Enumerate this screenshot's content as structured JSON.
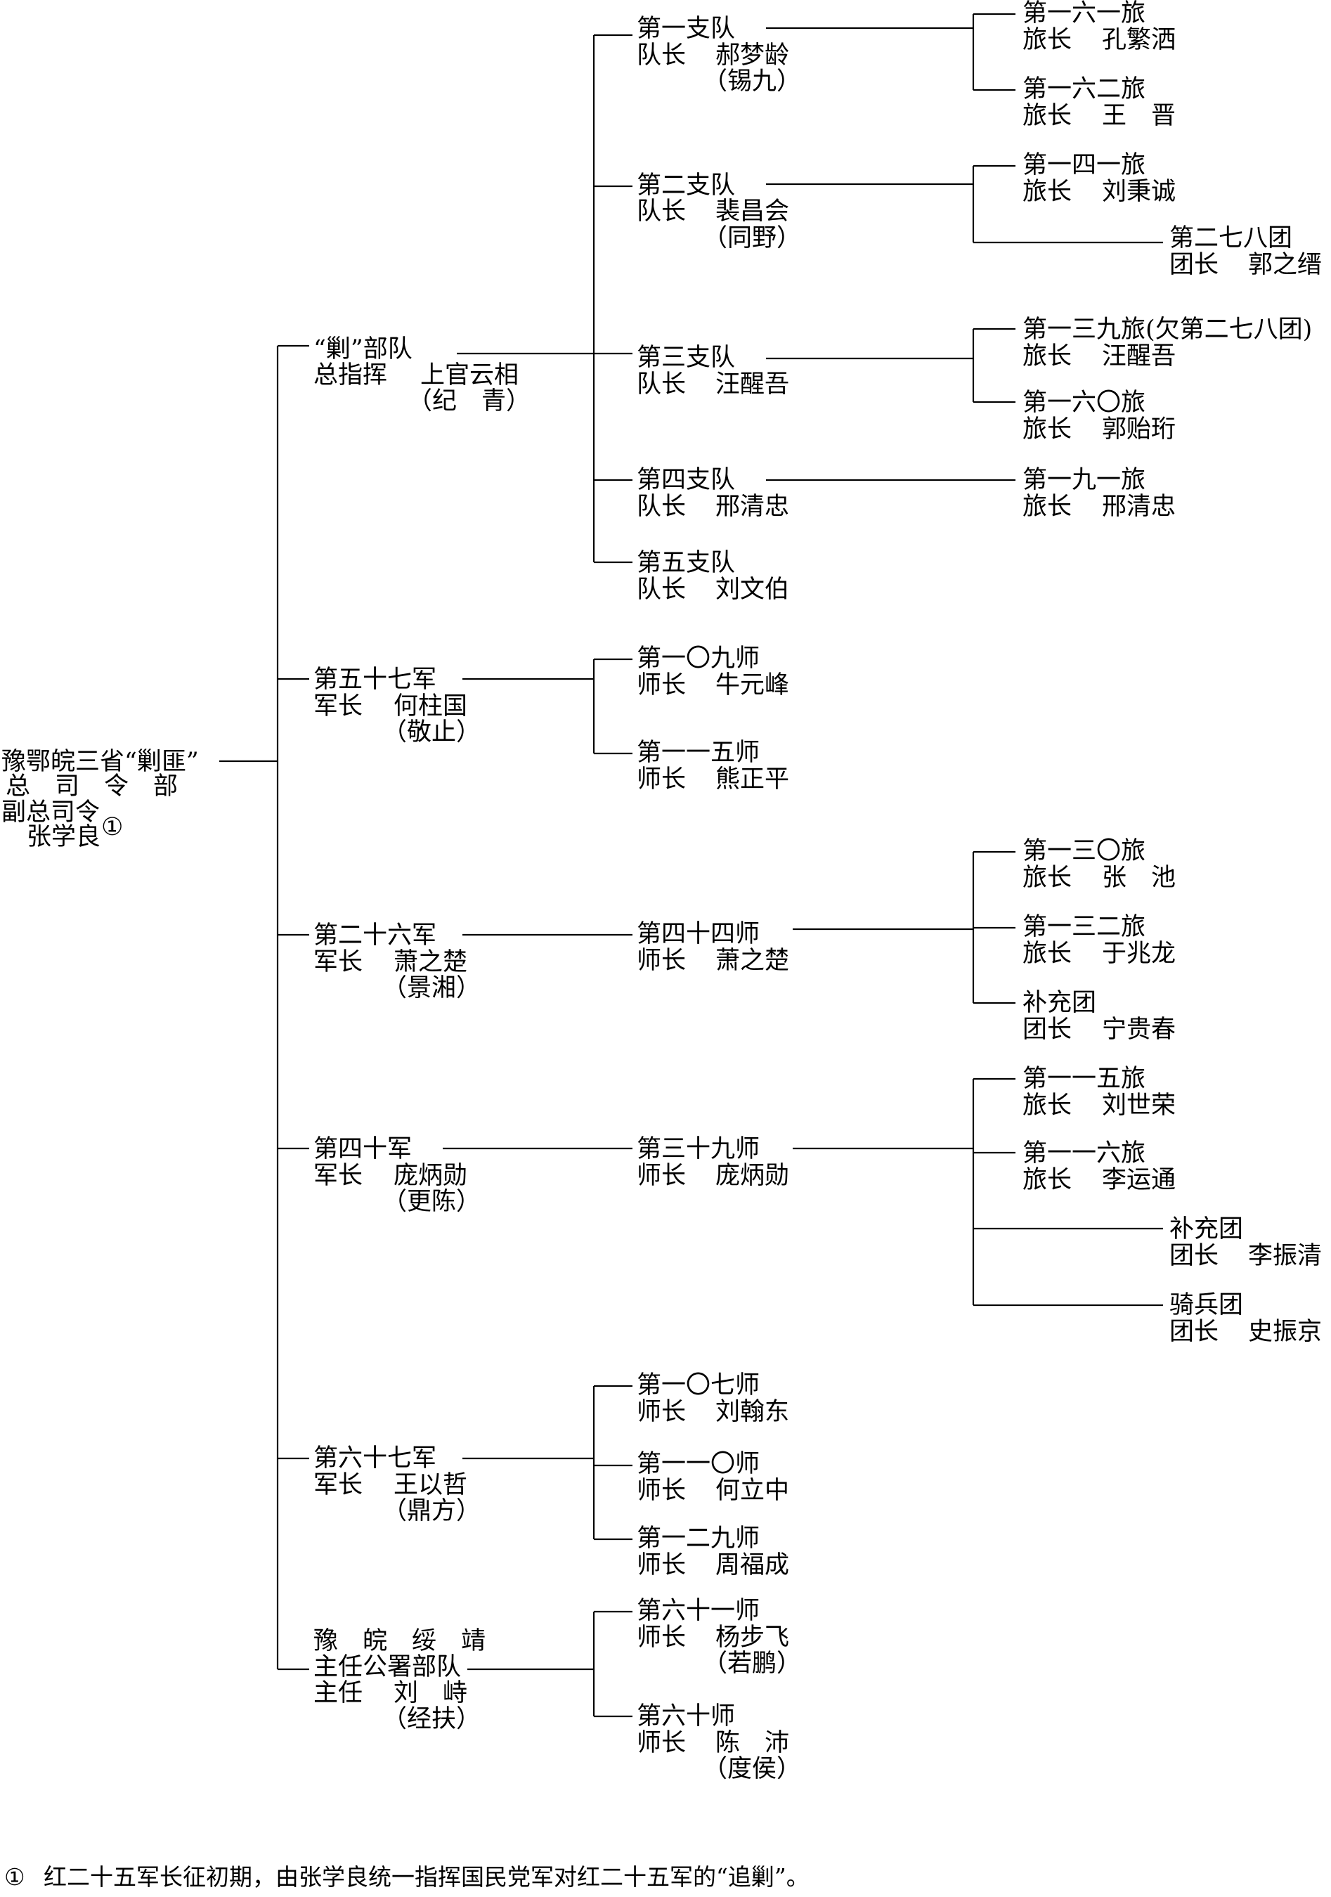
{
  "root": {
    "lines": [
      "豫鄂皖三省“剿匪”",
      "总　司　令　部",
      "副总司令",
      "张学良"
    ],
    "note_marker": "①"
  },
  "units": [
    {
      "name": "“剿”部队",
      "role": "总指挥",
      "leader": "上官云相",
      "alias": "（纪　青）",
      "subs": [
        {
          "name": "第一支队",
          "role": "队长",
          "leader": "郝梦龄",
          "alias": "（锡九）",
          "subs": [
            {
              "name": "第一六一旅",
              "role": "旅长",
              "leader": "孔繁洒"
            },
            {
              "name": "第一六二旅",
              "role": "旅长",
              "leader": "王　晋"
            }
          ]
        },
        {
          "name": "第二支队",
          "role": "队长",
          "leader": "裴昌会",
          "alias": "（同野）",
          "subs": [
            {
              "name": "第一四一旅",
              "role": "旅长",
              "leader": "刘秉诚"
            },
            {
              "name": "第二七八团",
              "role": "团长",
              "leader": "郭之缙"
            }
          ]
        },
        {
          "name": "第三支队",
          "role": "队长",
          "leader": "汪醒吾",
          "subs": [
            {
              "name": "第一三九旅(欠第二七八团)",
              "role": "旅长",
              "leader": "汪醒吾"
            },
            {
              "name": "第一六〇旅",
              "role": "旅长",
              "leader": "郭贻珩"
            }
          ]
        },
        {
          "name": "第四支队",
          "role": "队长",
          "leader": "邢清忠",
          "subs": [
            {
              "name": "第一九一旅",
              "role": "旅长",
              "leader": "邢清忠"
            }
          ]
        },
        {
          "name": "第五支队",
          "role": "队长",
          "leader": "刘文伯"
        }
      ]
    },
    {
      "name": "第五十七军",
      "role": "军长",
      "leader": "何柱国",
      "alias": "（敬止）",
      "subs": [
        {
          "name": "第一〇九师",
          "role": "师长",
          "leader": "牛元峰"
        },
        {
          "name": "第一一五师",
          "role": "师长",
          "leader": "熊正平"
        }
      ]
    },
    {
      "name": "第二十六军",
      "role": "军长",
      "leader": "萧之楚",
      "alias": "（景湘）",
      "subs": [
        {
          "name": "第四十四师",
          "role": "师长",
          "leader": "萧之楚",
          "subs": [
            {
              "name": "第一三〇旅",
              "role": "旅长",
              "leader": "张　池"
            },
            {
              "name": "第一三二旅",
              "role": "旅长",
              "leader": "于兆龙"
            },
            {
              "name": "补充团",
              "role": "团长",
              "leader": "宁贵春"
            }
          ]
        }
      ]
    },
    {
      "name": "第四十军",
      "role": "军长",
      "leader": "庞炳勋",
      "alias": "（更陈）",
      "subs": [
        {
          "name": "第三十九师",
          "role": "师长",
          "leader": "庞炳勋",
          "subs": [
            {
              "name": "第一一五旅",
              "role": "旅长",
              "leader": "刘世荣"
            },
            {
              "name": "第一一六旅",
              "role": "旅长",
              "leader": "李运通"
            },
            {
              "name": "补充团",
              "role": "团长",
              "leader": "李振清"
            },
            {
              "name": "骑兵团",
              "role": "团长",
              "leader": "史振京"
            }
          ]
        }
      ]
    },
    {
      "name": "第六十七军",
      "role": "军长",
      "leader": "王以哲",
      "alias": "（鼎方）",
      "subs": [
        {
          "name": "第一〇七师",
          "role": "师长",
          "leader": "刘翰东"
        },
        {
          "name": "第一一〇师",
          "role": "师长",
          "leader": "何立中"
        },
        {
          "name": "第一二九师",
          "role": "师长",
          "leader": "周福成"
        }
      ]
    },
    {
      "pre": "豫　皖　绥　靖",
      "name": "主任公署部队",
      "role": "主任",
      "leader": "刘　峙",
      "alias": "（经扶）",
      "subs": [
        {
          "name": "第六十一师",
          "role": "师长",
          "leader": "杨步飞",
          "alias": "（若鹏）"
        },
        {
          "name": "第六十师",
          "role": "师长",
          "leader": "陈　沛",
          "alias": "（度侯）"
        }
      ]
    }
  ],
  "footnote": {
    "marker": "①",
    "text": "红二十五军长征初期，由张学良统一指挥国民党军对红二十五军的“追剿”。"
  }
}
